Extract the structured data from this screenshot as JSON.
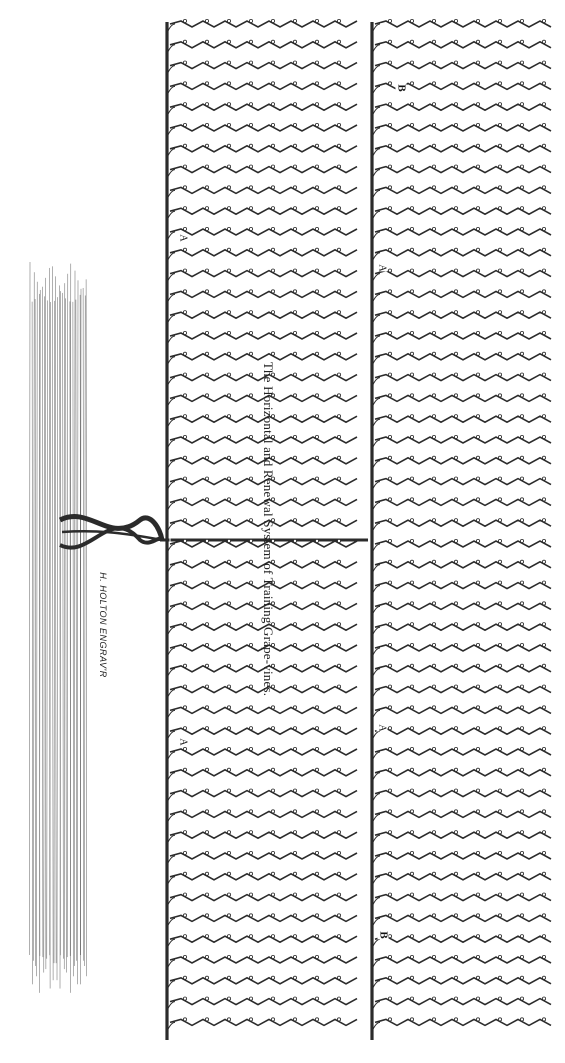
{
  "caption": "The Horizontal and Renewal System of Training Grape-vines.",
  "engraver_signature": "H. HOLTON ENGRAV'R",
  "labels": {
    "arm_a": "A",
    "arm_b": "B"
  },
  "colors": {
    "ink": "#2b2b2b",
    "paper": "#ffffff"
  }
}
